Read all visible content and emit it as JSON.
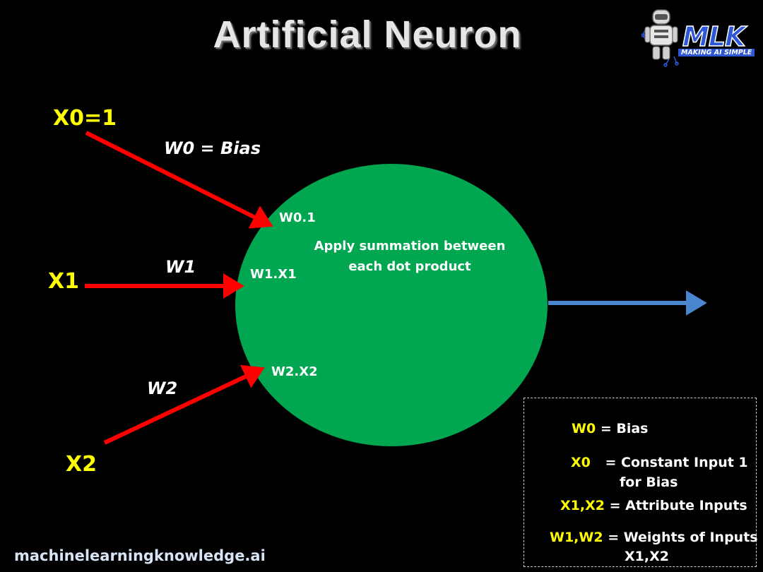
{
  "title": "Artificial Neuron",
  "logo": {
    "text": "MLK",
    "tagline": "MAKING AI SIMPLE",
    "icon": "robot-icon"
  },
  "inputs": {
    "x0": "X0=1",
    "x1": "X1",
    "x2": "X2"
  },
  "weights": {
    "w0": "W0  = Bias",
    "w1": "W1",
    "w2": "W2"
  },
  "products": {
    "p0": "W0.1",
    "p1": "W1.X1",
    "p2": "W2.X2"
  },
  "neuron_text": [
    "Apply summation between",
    "each dot product"
  ],
  "legend": {
    "w0_key": "W0",
    "w0_val": "=  Bias",
    "x0_key": "X0",
    "x0_val": "=  Constant Input 1",
    "x0_val2": "for   Bias",
    "x12_key": "X1,X2",
    "x12_val": "= Attribute Inputs",
    "w12_key": "W1,W2",
    "w12_val": "= Weights of Inputs",
    "w12_val2": "X1,X2"
  },
  "footer": "machinelearningknowledge.ai",
  "colors": {
    "background": "#000000",
    "neuron": "#00a650",
    "input_arrow": "#ff0000",
    "output_arrow": "#4a86d0",
    "input_label": "#ffff00",
    "logo_blue": "#2d57d6"
  }
}
